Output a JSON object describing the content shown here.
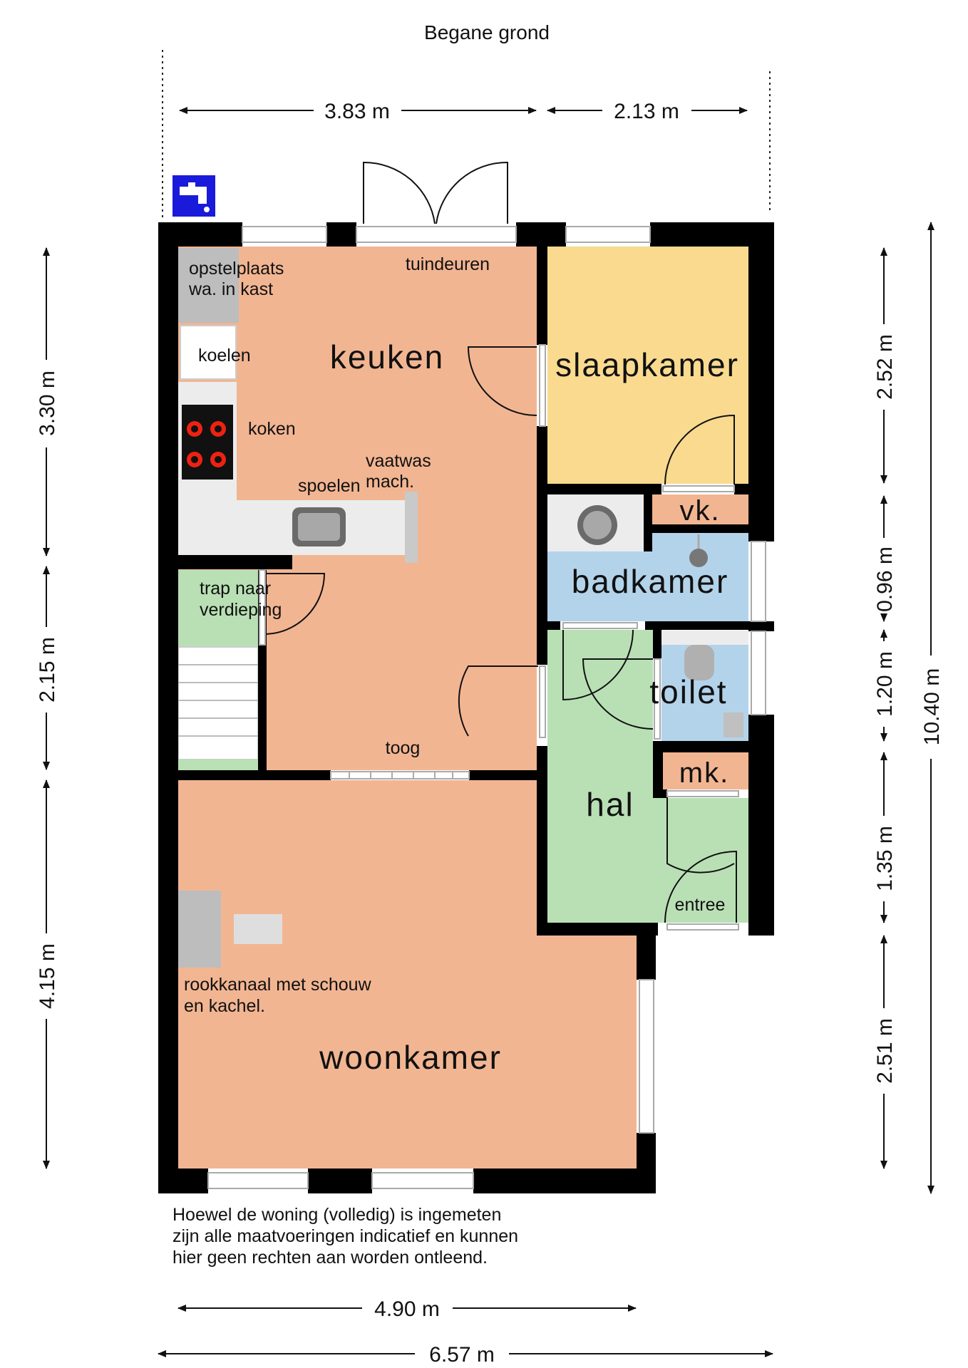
{
  "title": "Begane grond",
  "rooms": {
    "keuken": "keuken",
    "slaapkamer": "slaapkamer",
    "vk": "vk.",
    "badkamer": "badkamer",
    "toilet": "toilet",
    "mk": "mk.",
    "hal": "hal",
    "woonkamer": "woonkamer"
  },
  "labels": {
    "opstelplaats_1": "opstelplaats",
    "opstelplaats_2": "wa. in kast",
    "tuindeuren": "tuindeuren",
    "koelen": "koelen",
    "koken": "koken",
    "vaatwas_1": "vaatwas",
    "vaatwas_2": "mach.",
    "spoelen": "spoelen",
    "trap_1": "trap naar",
    "trap_2": "verdieping",
    "toog": "toog",
    "entree": "entree",
    "rookkanaal_1": "rookkanaal met schouw",
    "rookkanaal_2": "en kachel."
  },
  "dimensions": {
    "top_left": "3.83 m",
    "top_right": "2.13 m",
    "left_1": "3.30 m",
    "left_2": "2.15 m",
    "left_3": "4.15 m",
    "right_1": "2.52 m",
    "right_2": "0.96 m",
    "right_3": "1.20 m",
    "right_4": "1.35 m",
    "right_5": "2.51 m",
    "total_height": "10.40 m",
    "bottom_1": "4.90 m",
    "bottom_total": "6.57 m"
  },
  "disclaimer": {
    "line1": "Hoewel de woning (volledig) is ingemeten",
    "line2": "zijn alle maatvoeringen indicatief en kunnen",
    "line3": "hier geen rechten aan worden ontleend."
  },
  "colors": {
    "wall": "#000000",
    "kitchen_living": "#f2b592",
    "bedroom": "#f9da8f",
    "bath": "#b3d3ea",
    "hall": "#b9e0b5",
    "counter": "#ececec",
    "water_icon": "#1a1adb"
  },
  "icons": {
    "water": "water-tap-icon"
  }
}
